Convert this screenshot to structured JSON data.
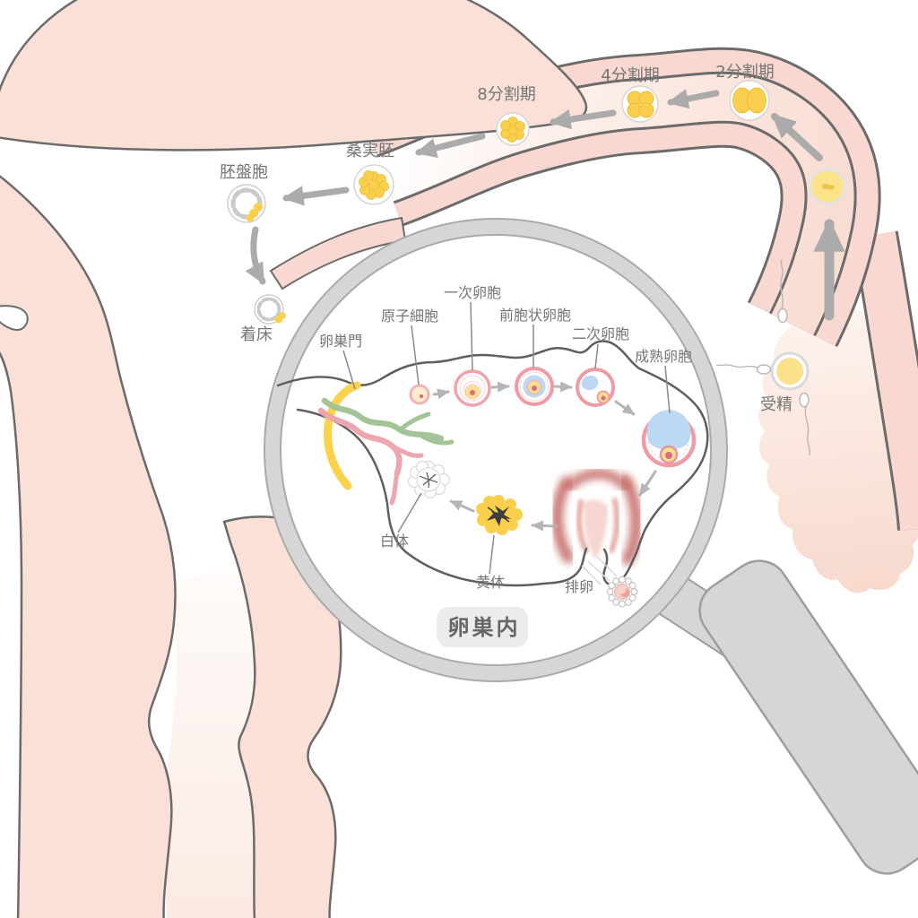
{
  "illustration": {
    "badge": {
      "label": "卵巣内"
    },
    "tube_stages": [
      {
        "id": "fertilization",
        "label": "受精"
      },
      {
        "id": "two-cell-stage",
        "label": "2分割期"
      },
      {
        "id": "four-cell-stage",
        "label": "4分割期"
      },
      {
        "id": "eight-cell-stage",
        "label": "8分割期"
      },
      {
        "id": "morula",
        "label": "桑実胚"
      },
      {
        "id": "blastocyst",
        "label": "胚盤胞"
      },
      {
        "id": "implantation",
        "label": "着床"
      }
    ],
    "ovary_stages": [
      {
        "id": "ovarian-hilum",
        "label": "卵巣門"
      },
      {
        "id": "primordial-cell",
        "label": "原子細胞"
      },
      {
        "id": "primary-follicle",
        "label": "一次卵胞"
      },
      {
        "id": "preantral-follicle",
        "label": "前胞状卵胞"
      },
      {
        "id": "secondary-follicle",
        "label": "二次卵胞"
      },
      {
        "id": "mature-follicle",
        "label": "成熟卵胞"
      },
      {
        "id": "ovulation",
        "label": "排卵"
      },
      {
        "id": "corpus-luteum",
        "label": "黄体"
      },
      {
        "id": "corpus-albicans",
        "label": "白体"
      }
    ],
    "colors": {
      "flesh": "#fbe0d8",
      "flesh_deep": "#f8d8d0",
      "outline": "#6b6b6b",
      "cell_yellow": "#f9cf4d",
      "pale_yellow": "#fbe18c",
      "follicle_pink": "#ef9aa4",
      "antrum_blue": "#bdd8f3",
      "burst_red": "#c2625d",
      "glass_gray": "#d6d6d6",
      "arrow_gray": "#ababab",
      "label_gray": "#757575",
      "badge_bg": "#ececec",
      "vessel_green": "#a3c497",
      "vessel_pink": "#eda6ad",
      "hilum_yellow": "#fbd24b"
    }
  }
}
